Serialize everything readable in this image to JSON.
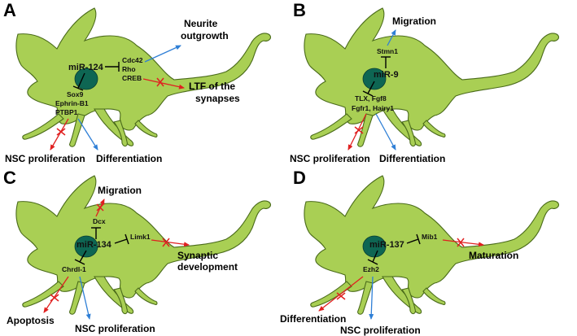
{
  "panels": {
    "a": {
      "letter": "A",
      "mirna": "miR-124",
      "targets_right": [
        "Cdc42",
        "Rho",
        "CREB"
      ],
      "targets_below": [
        "Sox9",
        "Ephrin-B1",
        "PTBP1"
      ],
      "outcomes": {
        "neurite_line1": "Neurite",
        "neurite_line2": "outgrowth",
        "ltf_line1": "LTF of the",
        "ltf_line2": "synapses",
        "proliferation": "NSC proliferation",
        "differentiation": "Differentiation"
      }
    },
    "b": {
      "letter": "B",
      "mirna": "miR-9",
      "target_above": "Stmn1",
      "targets_below": [
        "TLX, Fgf8",
        "Fgfr1, Hairy1"
      ],
      "outcomes": {
        "migration": "Migration",
        "proliferation": "NSC proliferation",
        "differentiation": "Differentiation"
      }
    },
    "c": {
      "letter": "C",
      "mirna": "miR-134",
      "target_above": "Dcx",
      "target_right": "Limk1",
      "target_below": "Chrdl-1",
      "outcomes": {
        "migration": "Migration",
        "synaptic_line1": "Synaptic",
        "synaptic_line2": "development",
        "apoptosis": "Apoptosis",
        "proliferation": "NSC proliferation"
      }
    },
    "d": {
      "letter": "D",
      "mirna": "miR-137",
      "target_right": "Mib1",
      "target_below": "Ezh2",
      "outcomes": {
        "maturation": "Maturation",
        "differentiation": "Differentiation",
        "proliferation": "NSC proliferation"
      }
    }
  },
  "colors": {
    "cell": "#a9cf54",
    "cell_outline": "#4a6b1a",
    "nucleus": "#0e6653",
    "promote_arrow": "#2f7fd6",
    "blocked_arrow": "#e02020"
  }
}
